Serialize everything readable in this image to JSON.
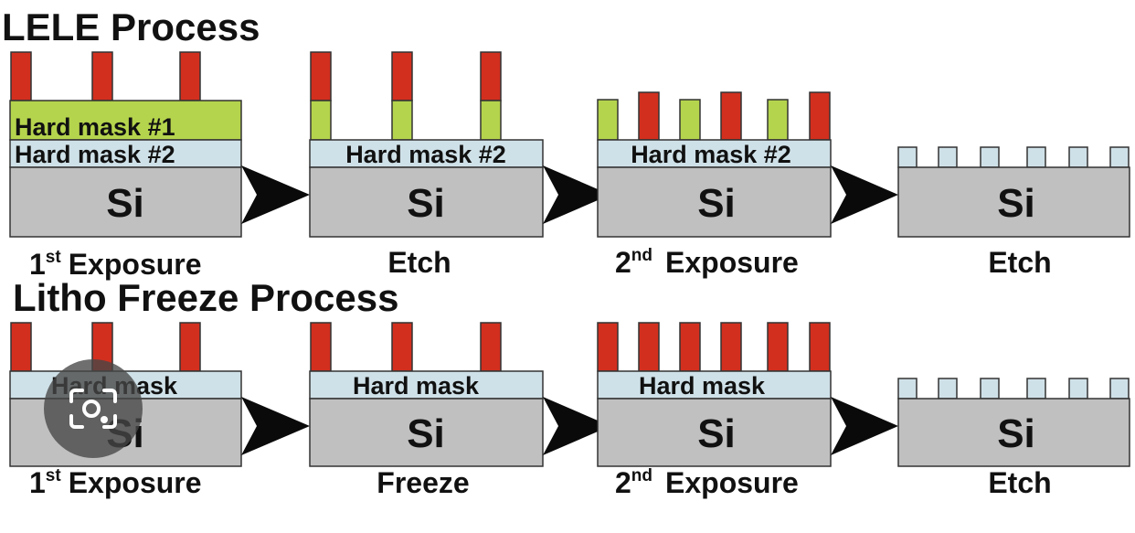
{
  "sections": [
    {
      "title": "LELE Process",
      "steps": [
        {
          "label": "Exposure",
          "ordinal": "1",
          "suffix": "st",
          "layers": [
            "Hard mask #1",
            "Hard mask #2"
          ]
        },
        {
          "label": "Etch",
          "layers": [
            "Hard mask #2"
          ]
        },
        {
          "label": "Exposure",
          "ordinal": "2",
          "suffix": "nd",
          "layers": [
            "Hard mask #2"
          ]
        },
        {
          "label": "Etch",
          "layers": []
        }
      ]
    },
    {
      "title": "Litho Freeze Process",
      "steps": [
        {
          "label": "Exposure",
          "ordinal": "1",
          "suffix": "st",
          "layers": [
            "Hard mask"
          ]
        },
        {
          "label": "Freeze",
          "layers": [
            "Hard mask"
          ]
        },
        {
          "label": "Exposure",
          "ordinal": "2",
          "suffix": "nd",
          "layers": [
            "Hard mask"
          ]
        },
        {
          "label": "Etch",
          "layers": []
        }
      ]
    }
  ],
  "substrate_label": "Si",
  "colors": {
    "resist": "#d22f1f",
    "hard_mask_1": "#b5d44d",
    "hard_mask_2": "#cfe1e8",
    "silicon": "#c0c0c0",
    "arrow": "#0a0a0a"
  },
  "overlay": {
    "icon": "image-search-icon"
  }
}
